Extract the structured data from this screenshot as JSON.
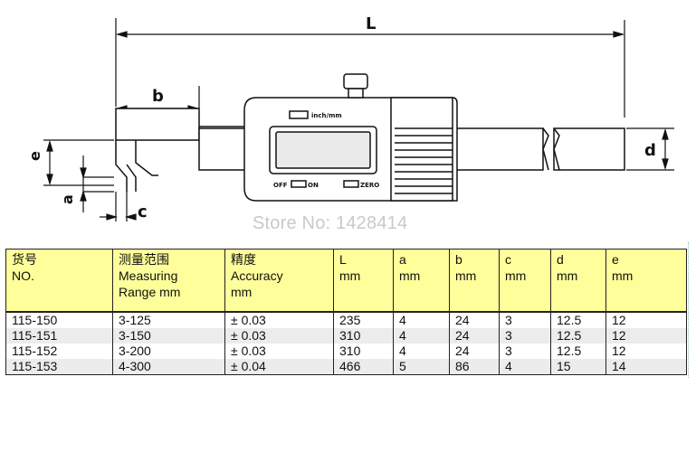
{
  "drawing": {
    "dimension_labels": {
      "L": "L",
      "b": "b",
      "e": "e",
      "a": "a",
      "c": "c",
      "d": "d"
    },
    "display_labels": {
      "inch_mm": "inch/mm",
      "off": "OFF",
      "on": "ON",
      "zero": "ZERO"
    }
  },
  "watermark": "Store No: 1428414",
  "table": {
    "headers": [
      {
        "line1": "货号",
        "line2": "NO.",
        "line3": ""
      },
      {
        "line1": "测量范围",
        "line2": "Measuring",
        "line3": "Range mm"
      },
      {
        "line1": "精度",
        "line2": "Accuracy",
        "line3": "mm"
      },
      {
        "line1": "L",
        "line2": "mm",
        "line3": ""
      },
      {
        "line1": "a",
        "line2": "mm",
        "line3": ""
      },
      {
        "line1": "b",
        "line2": "mm",
        "line3": ""
      },
      {
        "line1": "c",
        "line2": "mm",
        "line3": ""
      },
      {
        "line1": "d",
        "line2": "mm",
        "line3": ""
      },
      {
        "line1": "e",
        "line2": "mm",
        "line3": ""
      }
    ],
    "rows": [
      [
        "115-150",
        "3-125",
        "± 0.03",
        "235",
        "4",
        "24",
        "3",
        "12.5",
        "12"
      ],
      [
        "115-151",
        "3-150",
        "± 0.03",
        "310",
        "4",
        "24",
        "3",
        "12.5",
        "12"
      ],
      [
        "115-152",
        "3-200",
        "± 0.03",
        "310",
        "4",
        "24",
        "3",
        "12.5",
        "12"
      ],
      [
        "115-153",
        "4-300",
        "± 0.04",
        "466",
        "5",
        "86",
        "4",
        "15",
        "14"
      ]
    ]
  }
}
